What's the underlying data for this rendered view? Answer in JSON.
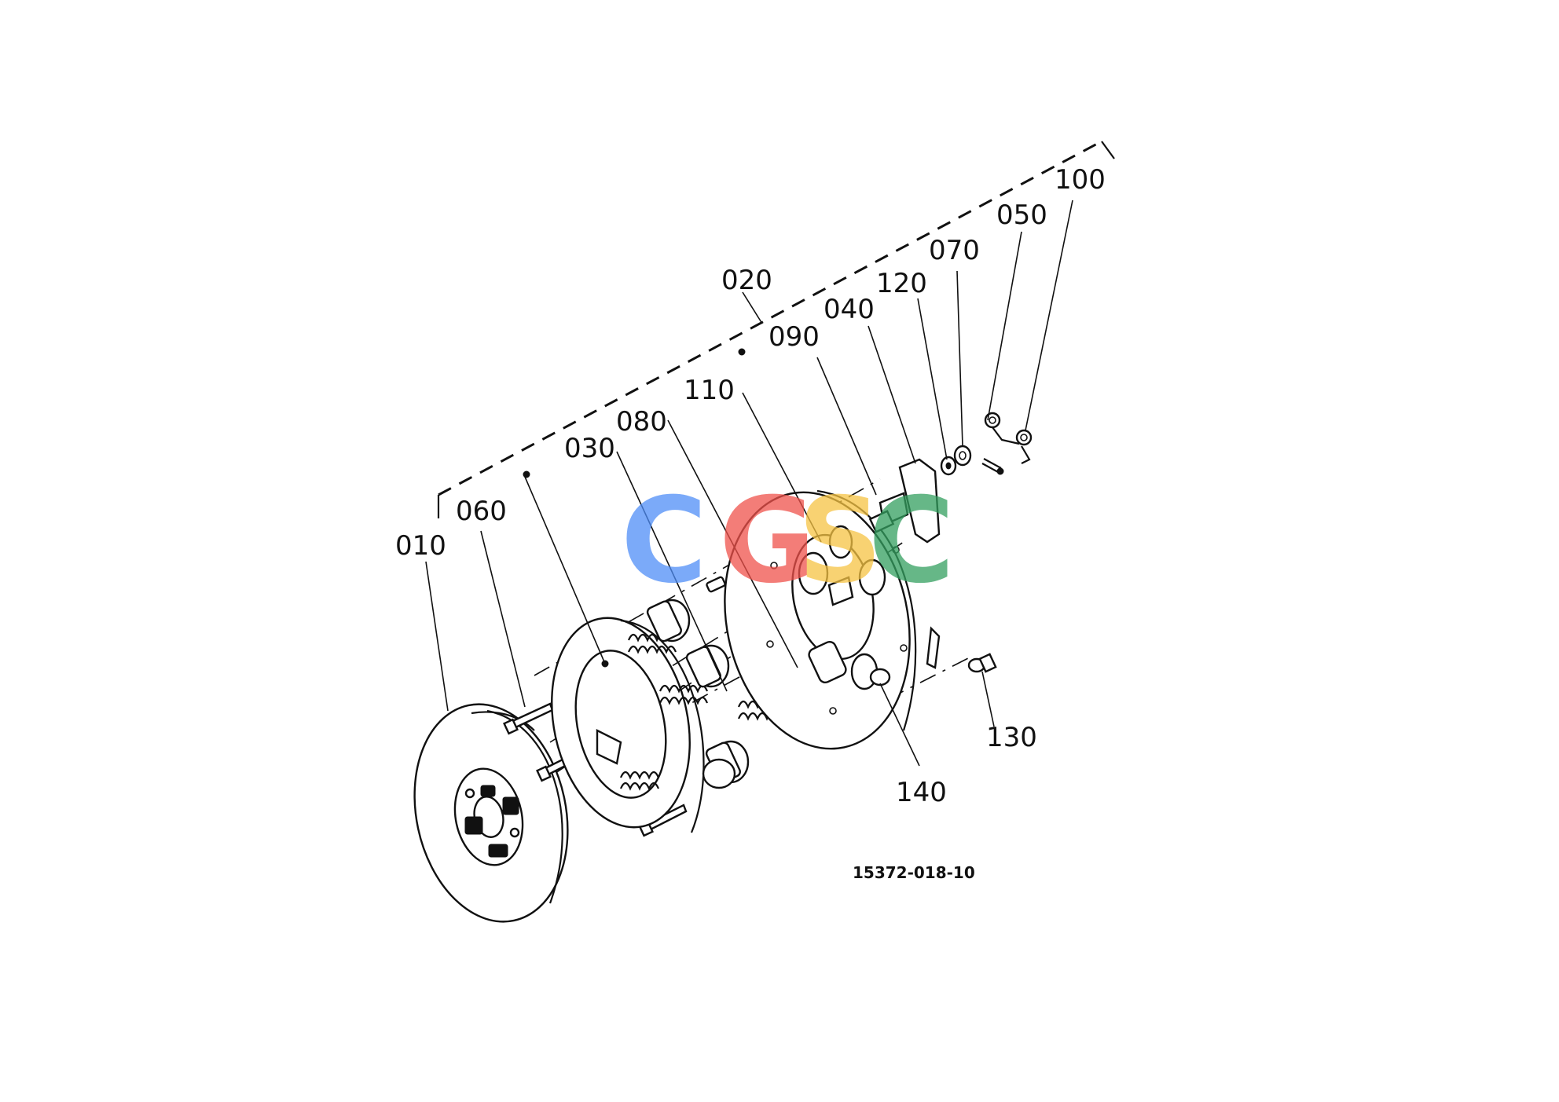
{
  "diagram": {
    "callouts": [
      {
        "id": "010",
        "text": "010"
      },
      {
        "id": "060",
        "text": "060"
      },
      {
        "id": "030",
        "text": "030"
      },
      {
        "id": "080",
        "text": "080"
      },
      {
        "id": "110",
        "text": "110"
      },
      {
        "id": "090",
        "text": "090"
      },
      {
        "id": "040",
        "text": "040"
      },
      {
        "id": "120",
        "text": "120"
      },
      {
        "id": "070",
        "text": "070"
      },
      {
        "id": "050",
        "text": "050"
      },
      {
        "id": "100",
        "text": "100"
      },
      {
        "id": "020",
        "text": "020"
      },
      {
        "id": "130",
        "text": "130"
      },
      {
        "id": "140",
        "text": "140"
      }
    ],
    "drawing_code": "15372-018-10",
    "watermark": {
      "text": "CGSC",
      "colors": [
        "#4f8ef7",
        "#f0524b",
        "#f6c343",
        "#34a060"
      ]
    }
  }
}
